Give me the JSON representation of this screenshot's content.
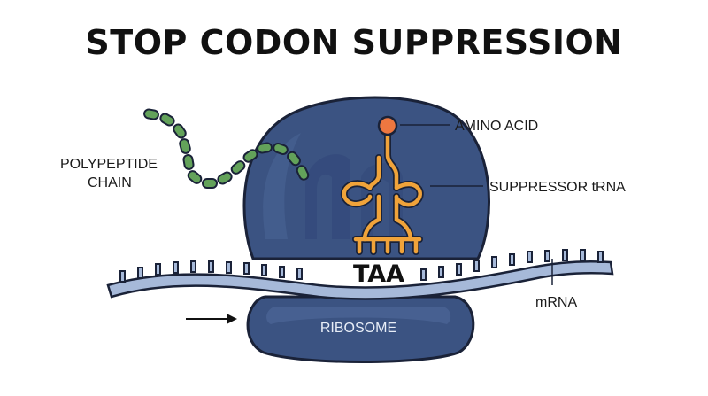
{
  "title": "STOP CODON SUPPRESSION",
  "labels": {
    "polypeptide_line1": "POLYPEPTIDE",
    "polypeptide_line2": "CHAIN",
    "amino_acid": "AMINO ACID",
    "suppressor_trna": "SUPPRESSOR tRNA",
    "mrna": "mRNA",
    "ribosome": "RIBOSOME",
    "codon": "TAA"
  },
  "colors": {
    "ribosome": "#3b5382",
    "ribosome_dark": "#2c4170",
    "outline": "#1a2238",
    "mrna": "#a6b9d9",
    "trna": "#f0a33a",
    "amino_acid": "#ee7740",
    "chain": "#63a25a"
  }
}
